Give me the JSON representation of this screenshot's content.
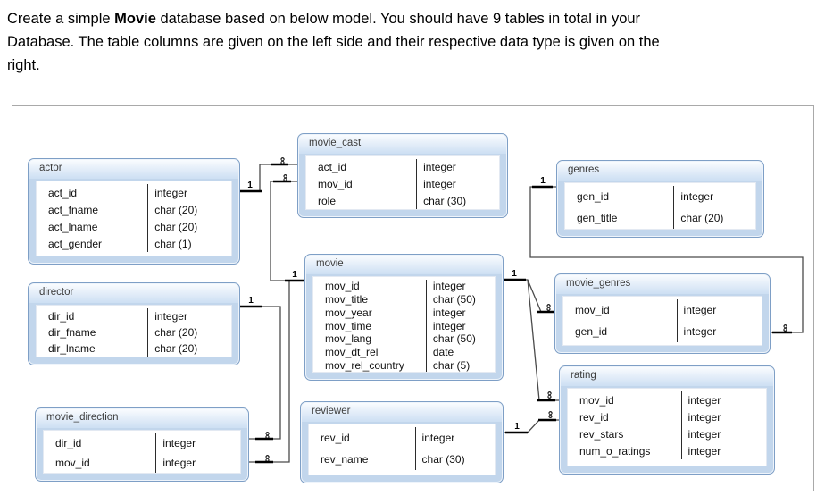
{
  "instructions": {
    "line1_prefix": "Create a simple ",
    "line1_bold": "Movie",
    "line1_rest": " database based on below model. You should have 9 tables in total in your",
    "line2": "Database. The table columns are given on the left side and their respective data type is given on the",
    "line3": "right."
  },
  "diagram": {
    "tables": [
      {
        "name": "actor",
        "rows": [
          [
            "act_id",
            "integer"
          ],
          [
            "act_fname",
            "char (20)"
          ],
          [
            "act_lname",
            "char (20)"
          ],
          [
            "act_gender",
            "char (1)"
          ]
        ]
      },
      {
        "name": "director",
        "rows": [
          [
            "dir_id",
            "integer"
          ],
          [
            "dir_fname",
            "char (20)"
          ],
          [
            "dir_lname",
            "char (20)"
          ]
        ]
      },
      {
        "name": "movie_direction",
        "rows": [
          [
            "dir_id",
            "integer"
          ],
          [
            "mov_id",
            "integer"
          ]
        ]
      },
      {
        "name": "movie_cast",
        "rows": [
          [
            "act_id",
            "integer"
          ],
          [
            "mov_id",
            "integer"
          ],
          [
            "role",
            "char (30)"
          ]
        ]
      },
      {
        "name": "movie",
        "rows": [
          [
            "mov_id",
            "integer"
          ],
          [
            "mov_title",
            "char (50)"
          ],
          [
            "mov_year",
            "integer"
          ],
          [
            "mov_time",
            "integer"
          ],
          [
            "mov_lang",
            "char (50)"
          ],
          [
            "mov_dt_rel",
            "date"
          ],
          [
            "mov_rel_country",
            "char (5)"
          ]
        ]
      },
      {
        "name": "reviewer",
        "rows": [
          [
            "rev_id",
            "integer"
          ],
          [
            "rev_name",
            "char (30)"
          ]
        ]
      },
      {
        "name": "genres",
        "rows": [
          [
            "gen_id",
            "integer"
          ],
          [
            "gen_title",
            "char (20)"
          ]
        ]
      },
      {
        "name": "movie_genres",
        "rows": [
          [
            "mov_id",
            "integer"
          ],
          [
            "gen_id",
            "integer"
          ]
        ]
      },
      {
        "name": "rating",
        "rows": [
          [
            "mov_id",
            "integer"
          ],
          [
            "rev_id",
            "integer"
          ],
          [
            "rev_stars",
            "integer"
          ],
          [
            "num_o_ratings",
            "integer"
          ]
        ]
      }
    ],
    "relationships": [
      {
        "from": "actor",
        "to": "movie_cast",
        "from_card": "1",
        "to_card": "∞"
      },
      {
        "from": "movie",
        "to": "movie_cast",
        "from_card": "1",
        "to_card": "∞"
      },
      {
        "from": "movie",
        "to": "movie_direction",
        "from_card": "1",
        "to_card": "∞"
      },
      {
        "from": "director",
        "to": "movie_direction",
        "from_card": "1",
        "to_card": "∞"
      },
      {
        "from": "movie",
        "to": "movie_genres",
        "from_card": "1",
        "to_card": "∞"
      },
      {
        "from": "genres",
        "to": "movie_genres",
        "from_card": "1",
        "to_card": "∞"
      },
      {
        "from": "movie",
        "to": "rating",
        "from_card": "1",
        "to_card": "∞"
      },
      {
        "from": "reviewer",
        "to": "rating",
        "from_card": "1",
        "to_card": "∞"
      }
    ],
    "colors": {
      "table_header_blue": "#cddff3",
      "table_body_blue": "#c2d6ec",
      "table_border": "#7e9fc6",
      "relationship_line": "#4a4a4a",
      "outer_border": "#a9a9a9"
    }
  }
}
